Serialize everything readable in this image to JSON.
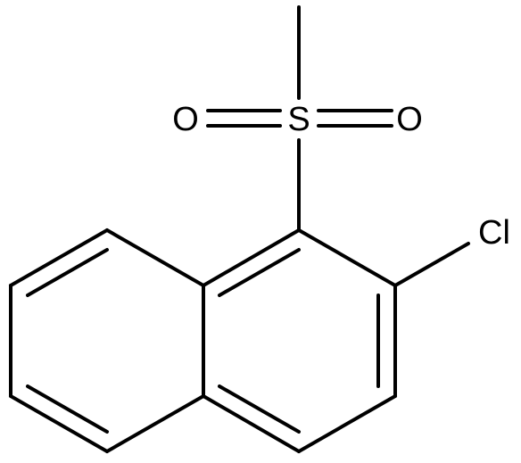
{
  "molecule": {
    "atoms": {
      "sulfur": "S",
      "oxygen_left": "O",
      "oxygen_right": "O",
      "chlorine": "Cl"
    },
    "colors": {
      "bond": "#000000",
      "label": "#000000",
      "background": "#ffffff"
    }
  }
}
